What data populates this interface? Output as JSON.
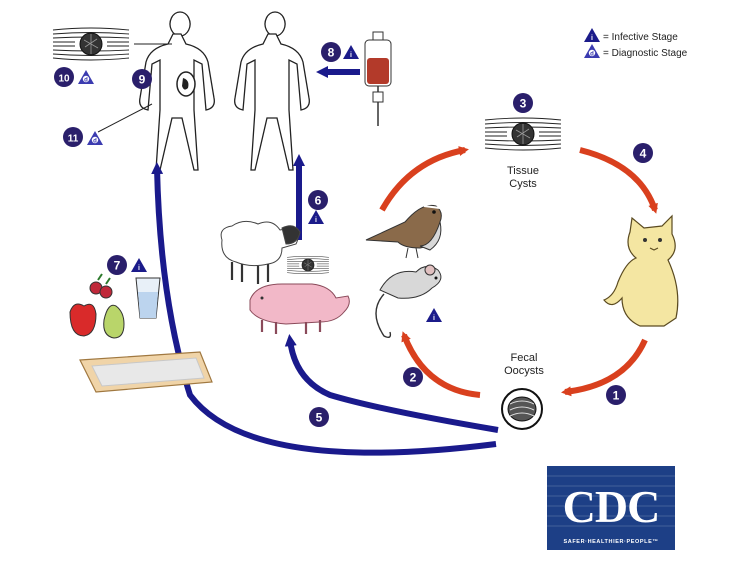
{
  "legend": {
    "infective_letter": "i",
    "infective_label": "= Infective Stage",
    "diagnostic_letter": "d",
    "diagnostic_label": "= Diagnostic Stage"
  },
  "labels": {
    "tissue_cysts_line1": "Tissue",
    "tissue_cysts_line2": "Cysts",
    "fecal_oocysts_line1": "Fecal",
    "fecal_oocysts_line2": "Oocysts"
  },
  "steps": {
    "s1": "1",
    "s2": "2",
    "s3": "3",
    "s4": "4",
    "s5": "5",
    "s6": "6",
    "s7": "7",
    "s8": "8",
    "s9": "9",
    "s10": "10",
    "s11": "11"
  },
  "markers": {
    "infective": "i",
    "diagnostic": "d"
  },
  "cdc": {
    "logo_text": "CDC",
    "tagline": "SAFER·HEALTHIER·PEOPLE™"
  },
  "colors": {
    "sexual_cycle_arrows": "#d9401e",
    "human_transmission_arrows": "#1a1a8c",
    "step_badge": "#2a1f6b",
    "infective_triangle": "#1b1b8a",
    "diagnostic_triangle": "#3b3bb0",
    "cdc_blue": "#1d3f86"
  }
}
